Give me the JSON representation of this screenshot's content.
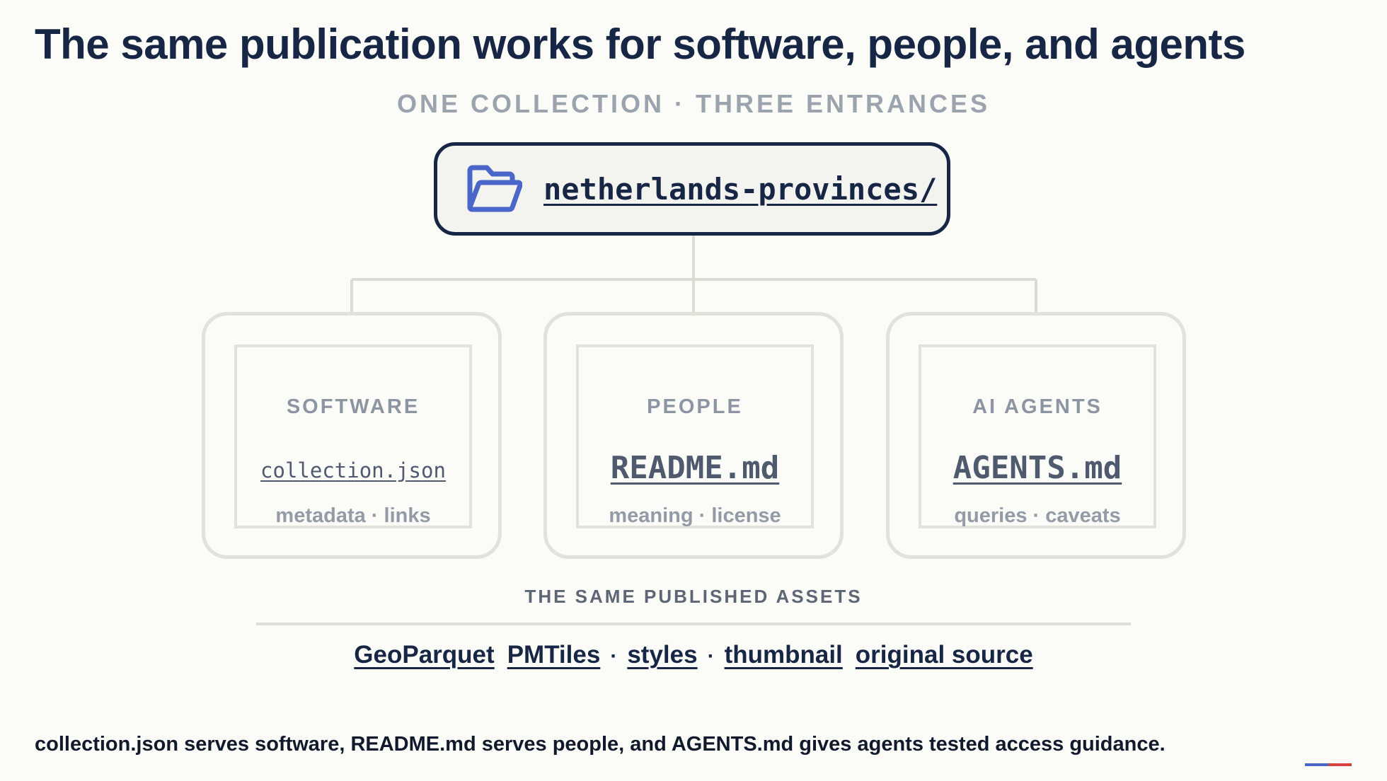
{
  "title": "The same publication works for software, people, and agents",
  "subtitle": "ONE COLLECTION · THREE ENTRANCES",
  "root": {
    "icon": "folder-open-icon",
    "name": "netherlands-provinces/",
    "icon_color": "#4a66c8"
  },
  "entrances": [
    {
      "audience": "SOFTWARE",
      "file": "collection.json",
      "desc": "metadata · links"
    },
    {
      "audience": "PEOPLE",
      "file": "README.md",
      "desc": "meaning · license"
    },
    {
      "audience": "AI AGENTS",
      "file": "AGENTS.md",
      "desc": "queries · caveats"
    }
  ],
  "assets_label": "THE SAME PUBLISHED ASSETS",
  "assets": [
    "GeoParquet",
    "PMTiles",
    "styles",
    "thumbnail",
    "original source"
  ],
  "separator": "·",
  "footer": "collection.json serves software, README.md serves people, and AGENTS.md gives agents tested access guidance.",
  "colors": {
    "navy": "#172644",
    "muted": "#9ba3ae",
    "connector": "#dcdcd4",
    "accent_blue": "#4a66c8",
    "accent_red": "#d94040"
  }
}
